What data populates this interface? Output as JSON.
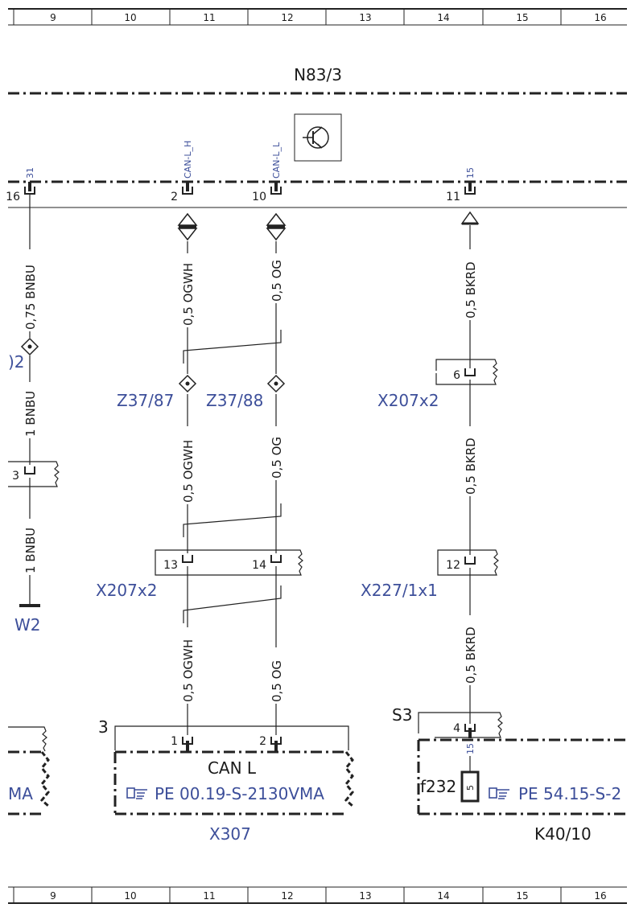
{
  "ruler": [
    "9",
    "10",
    "11",
    "12",
    "13",
    "14",
    "15",
    "16"
  ],
  "title": "N83/3",
  "signals": {
    "s31": "31",
    "can_h": "CAN-L_H",
    "can_l": "CAN-L_L",
    "s15a": "15",
    "s15b": "15"
  },
  "top_pins": {
    "p16": "16",
    "p2": "2",
    "p10": "10",
    "p11": "11"
  },
  "wires": {
    "w1a": "0,75 BNBU",
    "w1b": "1 BNBU",
    "w1c": "1 BNBU",
    "w2a": "0,5 OGWH",
    "w2b": "0,5 OGWH",
    "w2c": "0,5 OGWH",
    "w3a": "0,5 OG",
    "w3b": "0,5 OG",
    "w3c": "0,5 OG",
    "w4a": "0,5 BKRD",
    "w4b": "0,5 BKRD",
    "w4c": "0,5 BKRD"
  },
  "components": {
    "c1": "Z37/87",
    "c2": "Z37/88",
    "c3": "X207x2",
    "c4": "X207x2",
    "c5": "X227/1x1",
    "c6": "W2",
    "c7": "X307",
    "c8": "K40/10",
    "c9": "S3",
    "c10": "f232",
    "c11": ")2"
  },
  "pins": {
    "p6": "6",
    "p3": "3",
    "p13": "13",
    "p14": "14",
    "p12": "12",
    "p1": "1",
    "p2b": "2",
    "p4": "4",
    "p3b": "3",
    "p5": "5"
  },
  "boxes": {
    "can_title": "CAN L",
    "ref1": "PE 00.19-S-2130VMA",
    "ref2": "PE 54.15-S-2",
    "ref_left": "MA"
  },
  "icons": {
    "transistor": "transistor-icon",
    "hand": "pointing-hand-icon"
  }
}
